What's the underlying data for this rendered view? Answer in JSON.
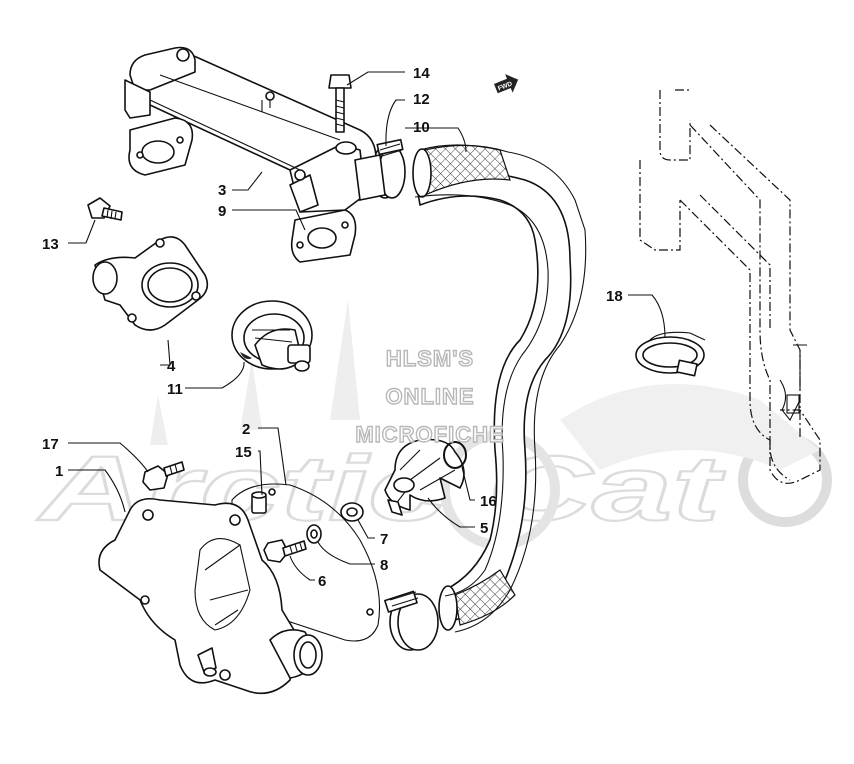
{
  "watermark": {
    "lines": [
      "HLSM'S",
      "ONLINE",
      "MICROFICHE"
    ],
    "brand": "Arctic Cat"
  },
  "fwd_marker": "FWD",
  "callouts": [
    {
      "id": "c14",
      "label": "14"
    },
    {
      "id": "c12",
      "label": "12"
    },
    {
      "id": "c10",
      "label": "10"
    },
    {
      "id": "c3",
      "label": "3"
    },
    {
      "id": "c9",
      "label": "9"
    },
    {
      "id": "c13",
      "label": "13"
    },
    {
      "id": "c4",
      "label": "4"
    },
    {
      "id": "c11",
      "label": "11"
    },
    {
      "id": "c18",
      "label": "18"
    },
    {
      "id": "c2",
      "label": "2"
    },
    {
      "id": "c15",
      "label": "15"
    },
    {
      "id": "c17",
      "label": "17"
    },
    {
      "id": "c1",
      "label": "1"
    },
    {
      "id": "c16",
      "label": "16"
    },
    {
      "id": "c5",
      "label": "5"
    },
    {
      "id": "c7",
      "label": "7"
    },
    {
      "id": "c8",
      "label": "8"
    },
    {
      "id": "c6",
      "label": "6"
    }
  ]
}
